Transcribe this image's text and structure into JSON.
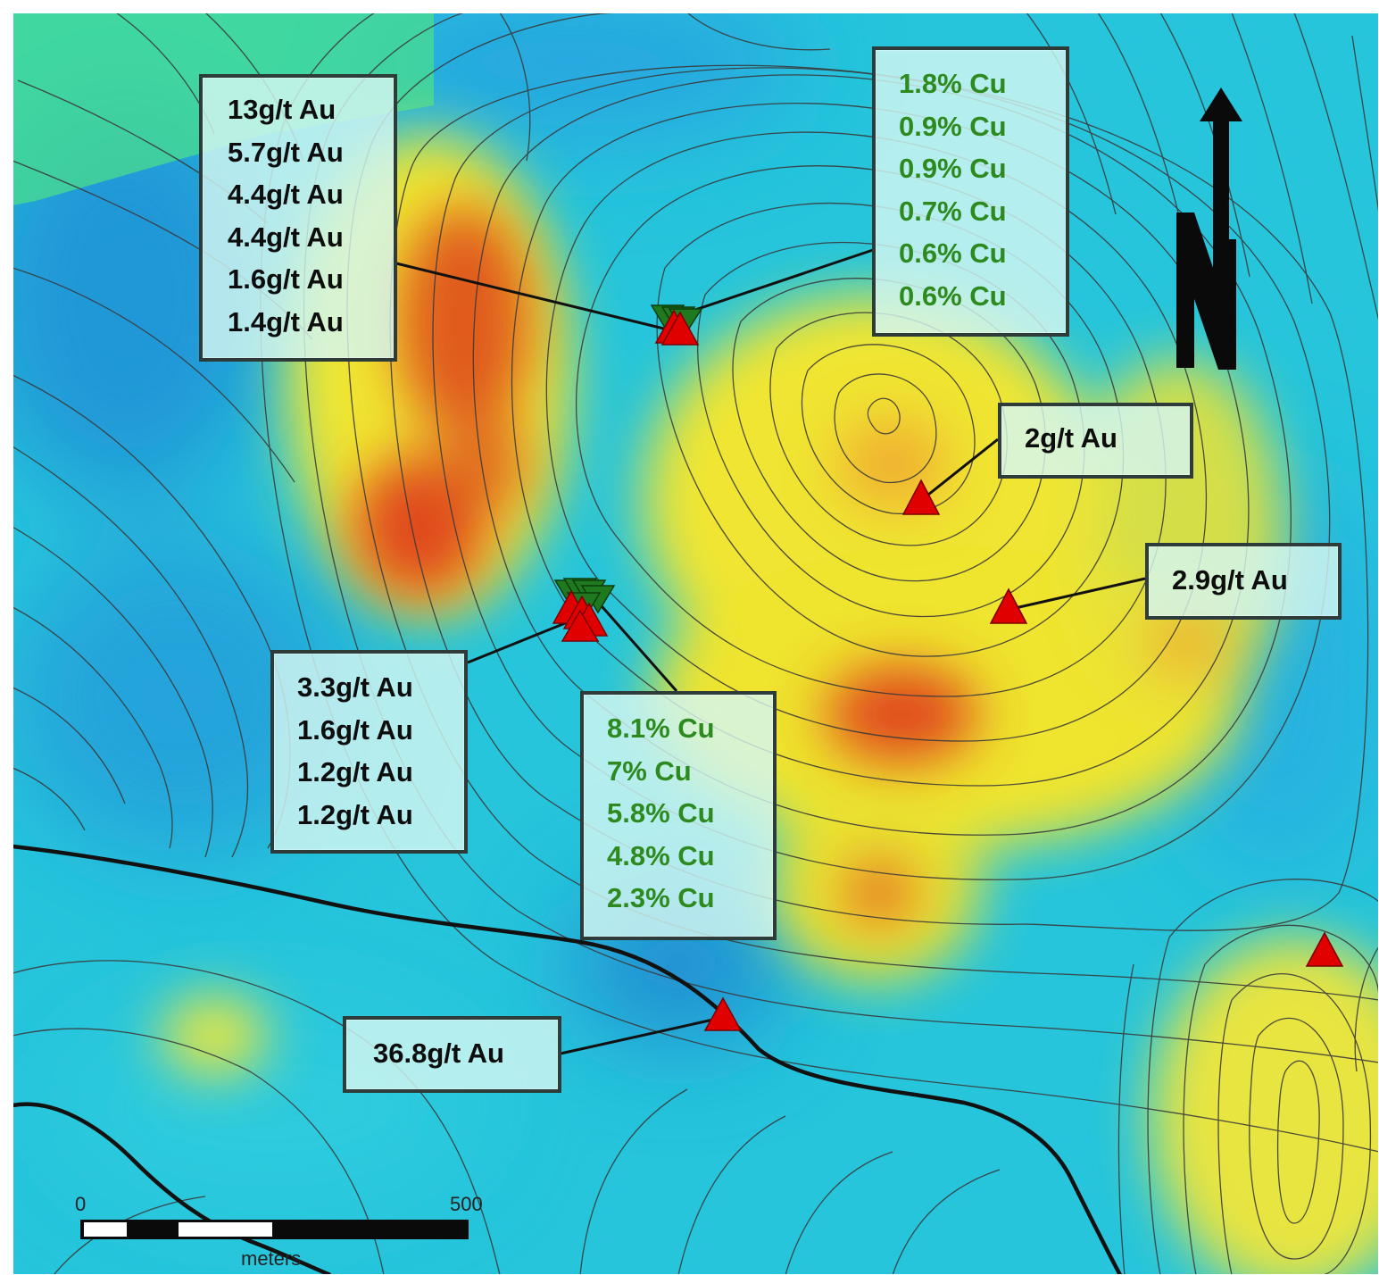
{
  "colors": {
    "background_low": "#22c3dd",
    "background_mid": "#f2e228",
    "background_high": "#e0401a",
    "gold_marker": "#e00000",
    "copper_marker": "#1f7a1f",
    "copper_text": "#2c8a1e",
    "gold_text": "#0d0d0d",
    "box_border": "#2d3c39",
    "contour": "#3a3a3a"
  },
  "icons": {
    "gold_sample": "red-triangle-icon",
    "copper_sample": "green-inverted-triangle-icon",
    "north": "north-arrow-icon"
  },
  "north_arrow": {
    "letter": "N"
  },
  "scale_bar": {
    "start": "0",
    "end": "500",
    "unit": "meters"
  },
  "labels": {
    "nw_gold": [
      "13g/t Au",
      "5.7g/t Au",
      "4.4g/t Au",
      "4.4g/t Au",
      "1.6g/t Au",
      "1.4g/t Au"
    ],
    "ne_copper": [
      "1.8% Cu",
      "0.9% Cu",
      "0.9% Cu",
      "0.7% Cu",
      "0.6% Cu",
      "0.6% Cu"
    ],
    "east_gold_1": [
      "2g/t Au"
    ],
    "east_gold_2": [
      "2.9g/t Au"
    ],
    "central_gold": [
      "3.3g/t Au",
      "1.6g/t Au",
      "1.2g/t Au",
      "1.2g/t Au"
    ],
    "central_copper": [
      "8.1% Cu",
      "7% Cu",
      "5.8% Cu",
      "4.8% Cu",
      "2.3% Cu"
    ],
    "south_gold": [
      "36.8g/t Au"
    ]
  }
}
